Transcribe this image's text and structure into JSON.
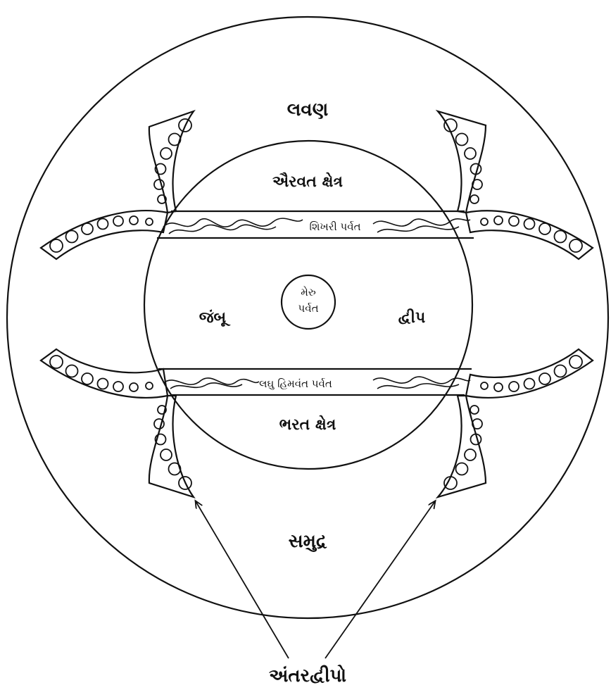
{
  "labels": {
    "lavana": "લવણ",
    "samudra": "સમુદ્ર",
    "airavat": "ઐરવત ક્ષેત્ર",
    "shikhari": "શિખરી પર્વત",
    "meru_line1": "મેરુ",
    "meru_line2": "પર્વત",
    "jambu": "જંબૂ",
    "dvip": "દ્વીપ",
    "laghu_himavant": "લઘુ હિમવંત પર્વત",
    "bharat": "ભરત ક્ષેત્ર",
    "antardvipo": "અંતરદ્વીપો"
  }
}
